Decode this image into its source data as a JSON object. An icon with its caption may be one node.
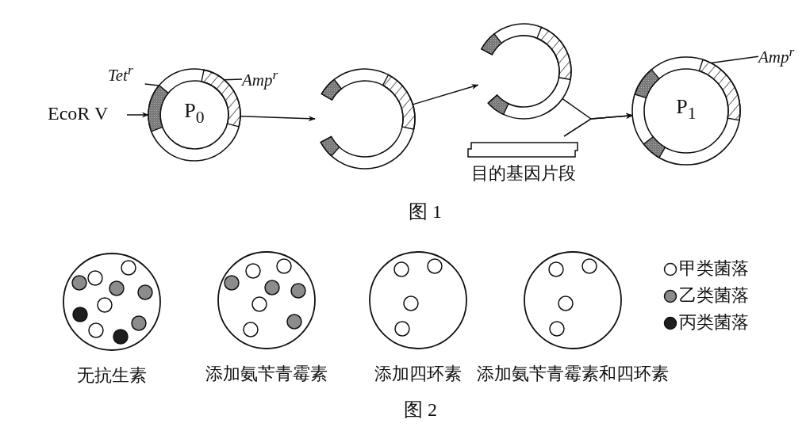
{
  "diagram": {
    "nodes": [
      {
        "text": [
          "P$_{0}$"
        ]
      },
      {
        "text": [
          "Tet$^{r}$"
        ]
      },
      {
        "text": [
          "Amp$^{r}$"
        ]
      },
      {
        "text": [
          "EcoR V"
        ]
      },
      {
        "text": [],
        "shape": "ring"
      },
      {
        "text": [],
        "shape": "ring"
      },
      {
        "text": [
          "目的基因片段"
        ]
      },
      {
        "text": [
          "P$_{1}$"
        ]
      },
      {
        "text": [
          "Amp$^{r}$"
        ]
      },
      {
        "text": [],
        "shape": "circle",
        "beside": [
          "无抗生素"
        ]
      },
      {
        "text": [],
        "shape": "circle",
        "beside": [
          "添加氨苄青霉素"
        ]
      },
      {
        "text": [],
        "shape": "circle",
        "beside": [
          "添加四环素"
        ]
      },
      {
        "text": [],
        "shape": "circle",
        "beside": [
          "添加氨苄青霉素和四环素"
        ]
      },
      {
        "text": [],
        "shape": "band",
        "in": 0
      },
      {
        "text": [],
        "shape": "band",
        "in": 0
      },
      {
        "text": [],
        "shape": "band",
        "in": 7
      }
    ],
    "edges": [
      {
        "from": 3,
        "to": 0,
        "arrow": "to"
      },
      {
        "from": 1,
        "to": 13,
        "arrow": "none"
      },
      {
        "from": 2,
        "to": 14,
        "arrow": "none"
      },
      {
        "from": 0,
        "to": 4,
        "arrow": "to"
      },
      {
        "from": 4,
        "to": 5,
        "arrow": "to"
      },
      {
        "from": 5,
        "to": 7,
        "arrow": "to"
      },
      {
        "from": 6,
        "to": 7,
        "arrow": "to"
      },
      {
        "from": 8,
        "to": 15,
        "arrow": "none"
      }
    ],
    "labels": [
      "图 1",
      "图 2"
    ],
    "legend": [
      {
        "text": "甲类菌落",
        "color": "#ffffff"
      },
      {
        "text": "乙类菌落",
        "color": "#8c8c8c"
      },
      {
        "text": "丙类菌落",
        "color": "#1e1e1e"
      }
    ]
  }
}
